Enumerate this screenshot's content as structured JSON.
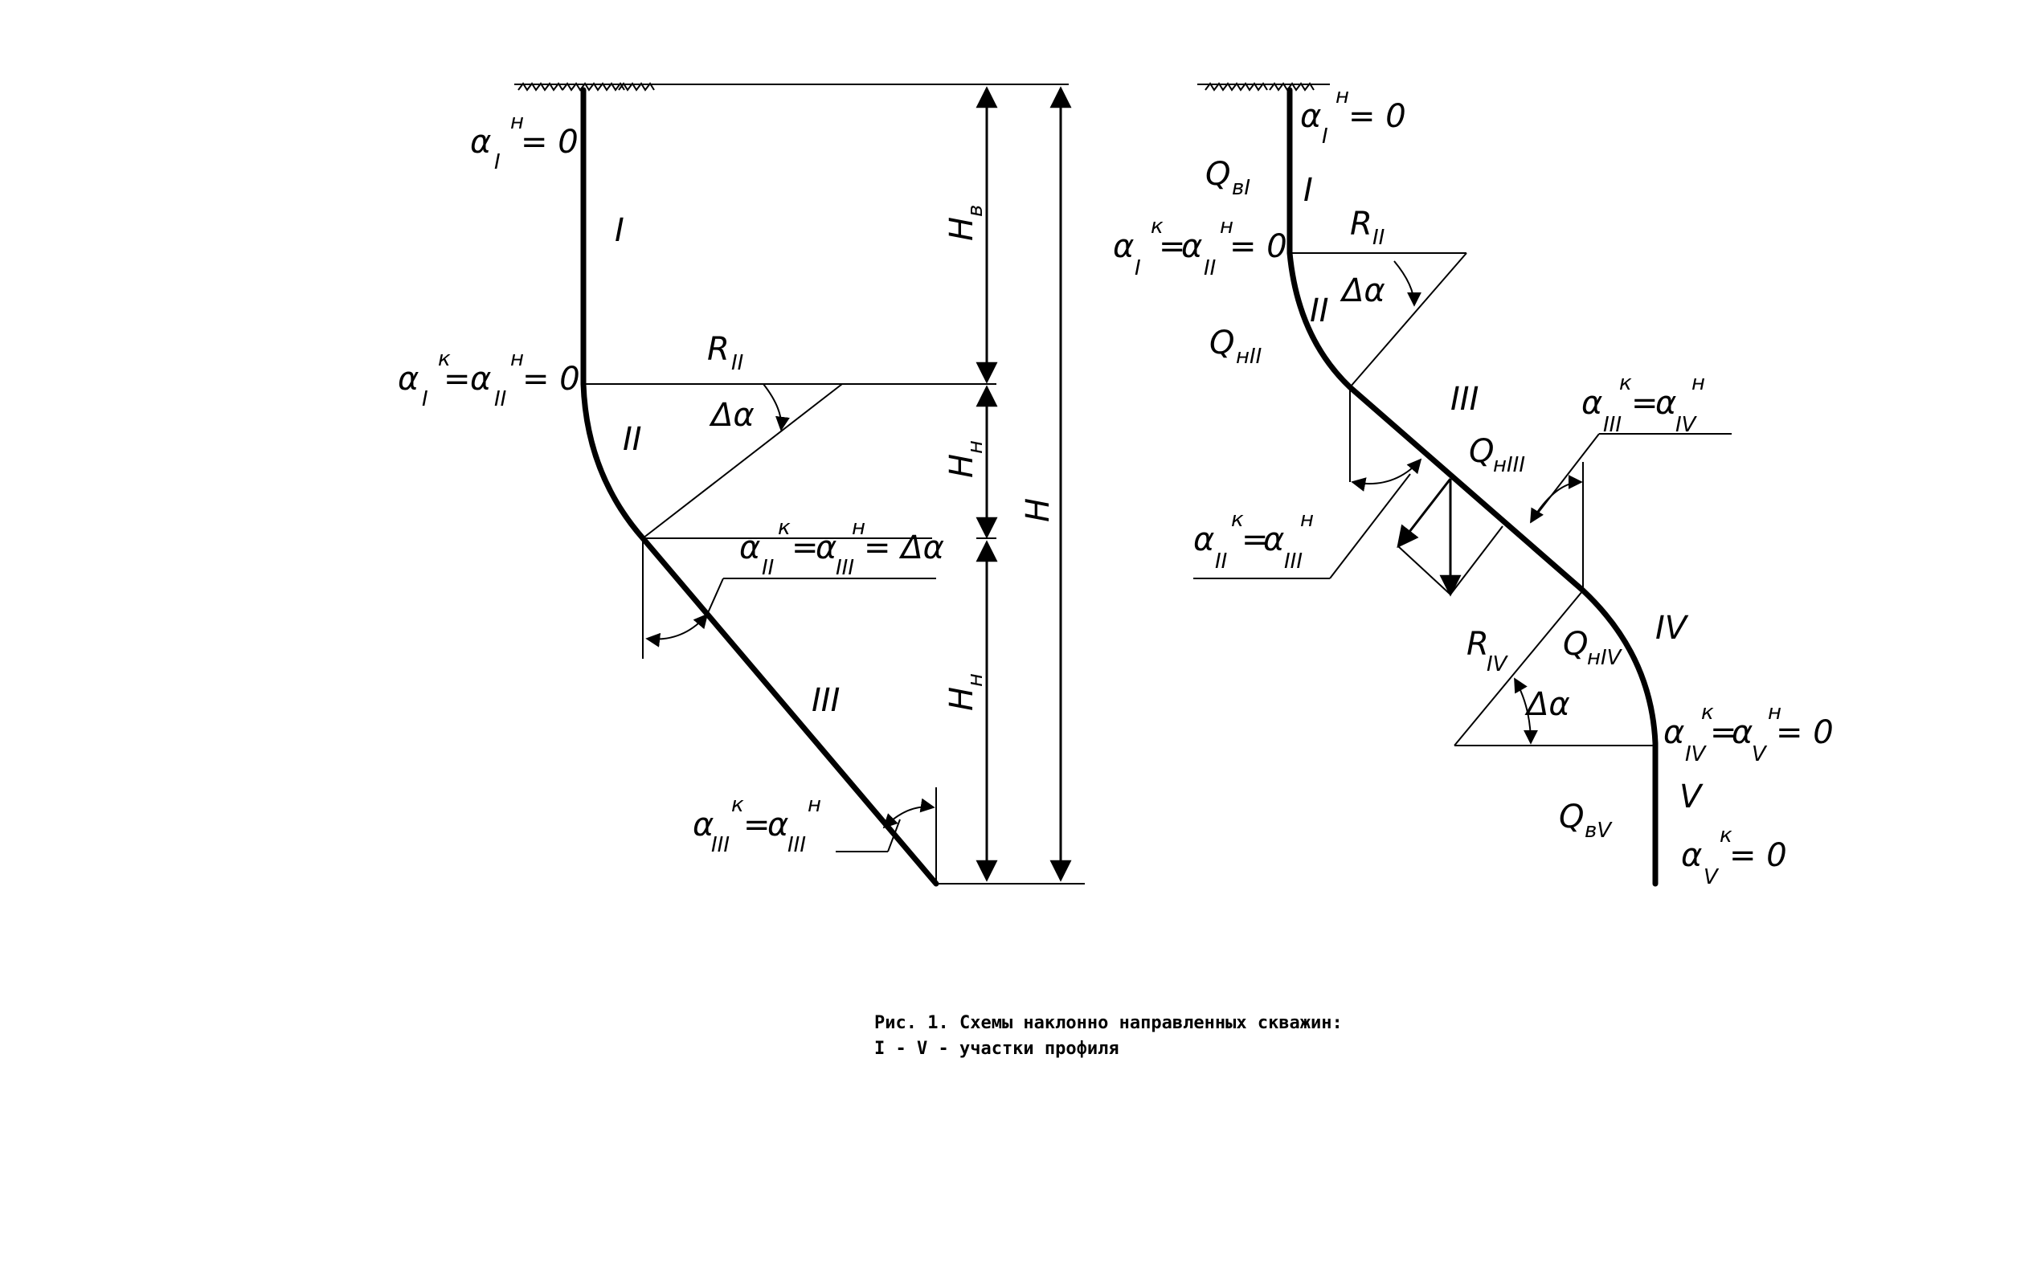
{
  "left_scheme": {
    "alpha": "α",
    "sections": {
      "I": "I",
      "II": "II",
      "III": "III"
    },
    "R": "R",
    "R_sub": "II",
    "delta_alpha": "Δα",
    "eq_top": {
      "sup": "н",
      "sub": "I",
      "rhs": "= 0"
    },
    "eq_join1": {
      "sup1": "к",
      "sub1": "I",
      "mid": "=",
      "sup2": "н",
      "sub2": "II",
      "rhs": "= 0"
    },
    "eq_join2": {
      "sup1": "к",
      "sub1": "II",
      "mid": "=",
      "sup2": "н",
      "sub2": "III",
      "rhs": "= Δα"
    },
    "eq_join3": {
      "sup1": "к",
      "sub1": "III",
      "mid": "=",
      "sup2": "н",
      "sub2": "III"
    },
    "dims": {
      "Hv": "H",
      "Hv_sub": "в",
      "Hn1": "H",
      "Hn1_sub": "н",
      "Hn2": "H",
      "Hn2_sub": "н",
      "H": "H"
    }
  },
  "right_scheme": {
    "alpha": "α",
    "sections": {
      "I": "I",
      "II": "II",
      "III": "III",
      "IV": "IV",
      "V": "V"
    },
    "Q_vI": {
      "main": "Q",
      "sub": "вI"
    },
    "Q_nII": {
      "main": "Q",
      "sub": "нII"
    },
    "Q_nIII": {
      "main": "Q",
      "sub": "нIII"
    },
    "Q_nIV": {
      "main": "Q",
      "sub": "нIV"
    },
    "Q_vV": {
      "main": "Q",
      "sub": "вV"
    },
    "R_II": {
      "main": "R",
      "sub": "II"
    },
    "R_IV": {
      "main": "R",
      "sub": "IV"
    },
    "delta_alpha": "Δα",
    "eq_top": {
      "sup": "н",
      "sub": "I",
      "rhs": "= 0"
    },
    "eq_join1": {
      "sup1": "к",
      "sub1": "I",
      "mid": "=",
      "sup2": "н",
      "sub2": "II",
      "rhs": "= 0"
    },
    "eq_join2": {
      "sup1": "к",
      "sub1": "II",
      "mid": "=",
      "sup2": "н",
      "sub2": "III"
    },
    "eq_join3": {
      "sup1": "к",
      "sub1": "III",
      "mid": "=",
      "sup2": "н",
      "sub2": "IV"
    },
    "eq_join4": {
      "sup1": "к",
      "sub1": "IV",
      "mid": "=",
      "sup2": "н",
      "sub2": "V",
      "rhs": "= 0"
    },
    "eq_bottom": {
      "sup": "к",
      "sub": "V",
      "rhs": "= 0"
    }
  },
  "caption": {
    "line1": "Рис. 1. Схемы наклонно направленных скважин:",
    "line2": "I - V - участки профиля"
  }
}
